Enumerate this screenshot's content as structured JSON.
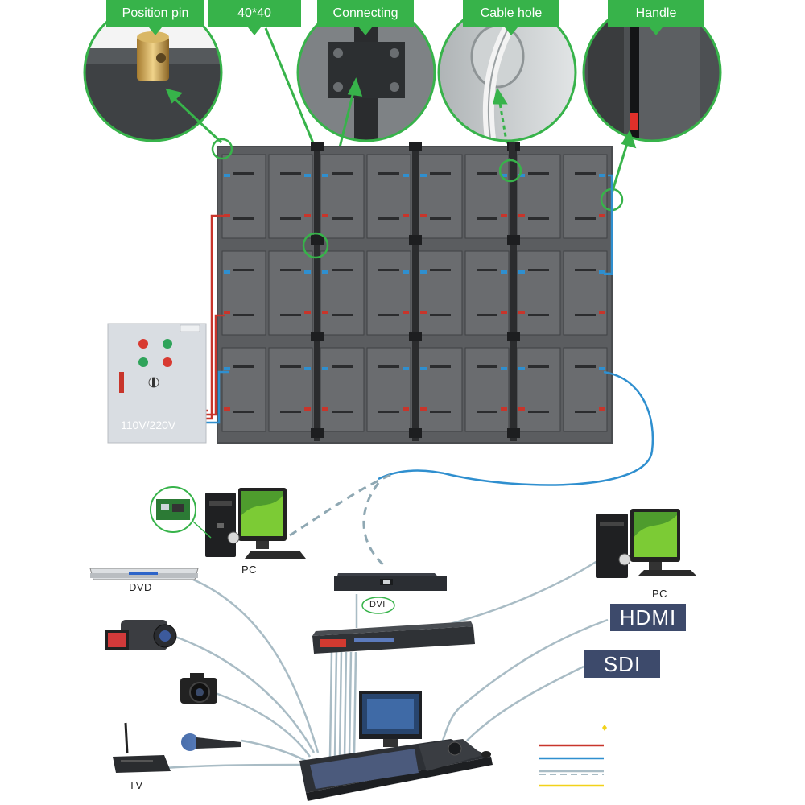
{
  "callouts": {
    "position_pin": "Position pin",
    "size": "40*40",
    "connecting": "Connecting",
    "cable_hole": "Cable hole",
    "handle": "Handle"
  },
  "power_box": {
    "voltage": "110V/220V"
  },
  "devices": {
    "pc_left": "PC",
    "pc_right": "PC",
    "dvd": "DVD",
    "tv": "TV",
    "dvi": "DVI"
  },
  "signal_boxes": {
    "hdmi": "HDMI",
    "sdi": "SDI"
  },
  "colors": {
    "callout_green": "#37b34a",
    "panel_gray": "#5b5d60",
    "power_red": "#c8352b",
    "signal_blue": "#2f8fcf",
    "box_navy": "#3d4a6b",
    "cable_gray": "#9fb3bd",
    "legend_yellow": "#f2d21a"
  }
}
